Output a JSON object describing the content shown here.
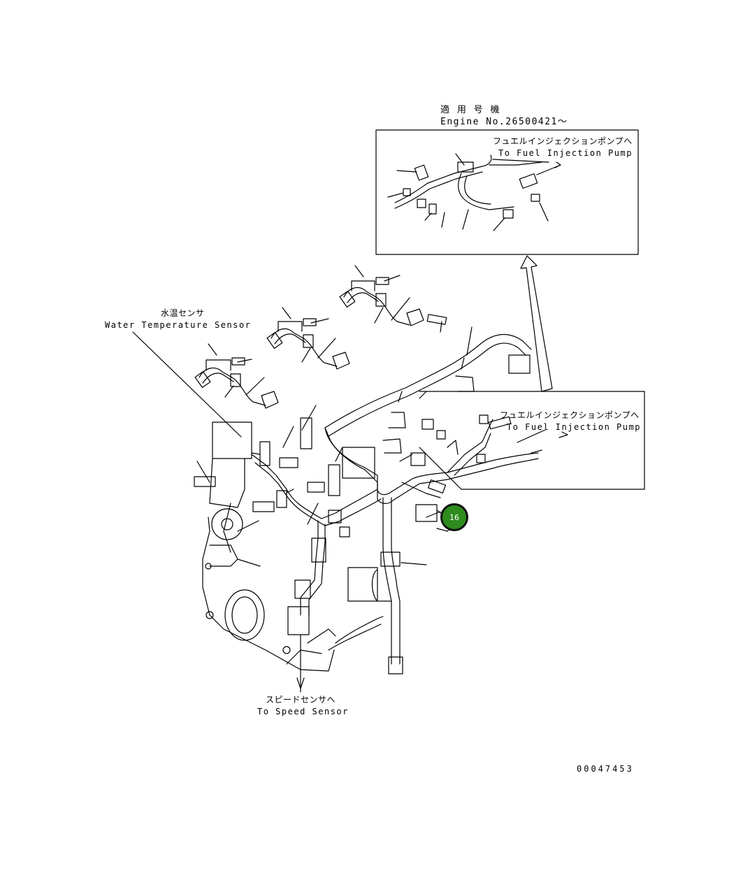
{
  "labels": {
    "applicable_jp": "適 用 号 機",
    "engine_no": "Engine No.26500421～",
    "fuel_pump_jp_1": "フュエルインジェクションポンプへ",
    "fuel_pump_en_1": "To Fuel Injection Pump",
    "water_sensor_jp": "水温センサ",
    "water_sensor_en": "Water Temperature Sensor",
    "fuel_pump_jp_2": "フュエルインジェクションポンプへ",
    "fuel_pump_en_2": "To Fuel Injection Pump",
    "speed_sensor_jp": "スピードセンサへ",
    "speed_sensor_en": "To Speed Sensor",
    "drawing_number": "00047453"
  },
  "callouts": [
    {
      "number": "16",
      "color": "#2e8b1e"
    }
  ]
}
